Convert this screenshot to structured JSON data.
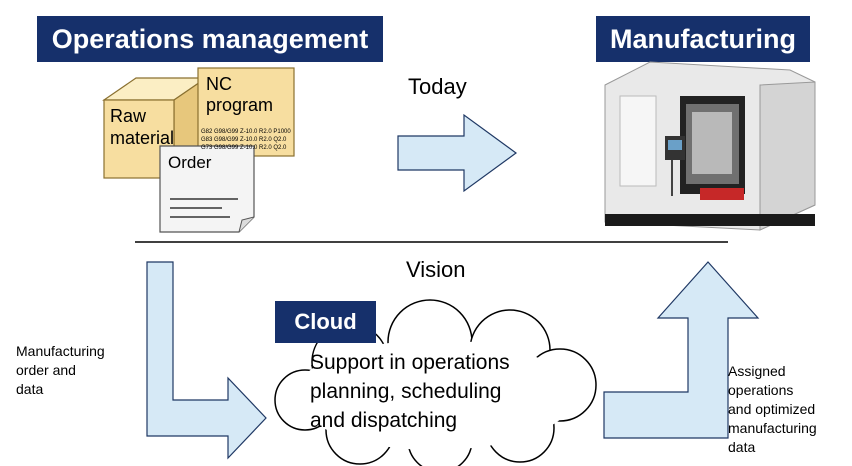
{
  "header": {
    "operations_management": "Operations management",
    "manufacturing": "Manufacturing",
    "cloud": "Cloud"
  },
  "today_label": "Today",
  "vision_label": "Vision",
  "documents": {
    "raw_material": "Raw material",
    "nc_program": "NC program",
    "nc_code": [
      "G82 G98/G99 Z-10.0 R2.0 P1000",
      "G83 G98/G99 Z-10.0 R2.0 Q2.0",
      "G73 G98/G99 Z-10.0 R2.0 Q2.0"
    ],
    "order": "Order"
  },
  "cloud_text": [
    "Support in operations",
    "planning, scheduling",
    "and dispatching"
  ],
  "left_note": [
    "Manufacturing",
    "order and",
    "data"
  ],
  "right_note": [
    "Assigned",
    "operations",
    "and optimized",
    "manufacturing",
    "data"
  ],
  "colors": {
    "navy": "#16306b",
    "arrow_fill": "#d6e9f6",
    "arrow_stroke": "#1f3864",
    "document_fill": "#f7dea0",
    "document_stroke": "#8a7030"
  },
  "icons": {
    "machine": "cnc-machine-illustration"
  }
}
